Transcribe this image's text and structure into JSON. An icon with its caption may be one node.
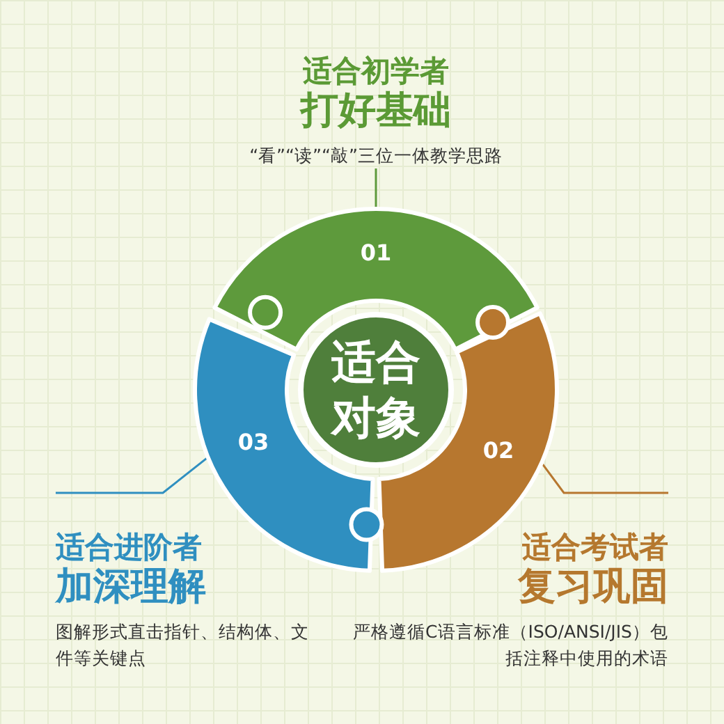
{
  "diagram": {
    "nodes": [
      {
        "text": [
          "适合对象"
        ]
      },
      {
        "text": [
          "01"
        ]
      },
      {
        "text": [
          "02"
        ]
      },
      {
        "text": [
          "03"
        ]
      },
      {
        "text": [
          "适合初学者",
          "打好基础",
          "“看”“读”“敲”三位一体教学思路"
        ]
      },
      {
        "text": [
          "适合考试者",
          "复习巩固",
          "严格遵循C语言标准（ISO/ANSI/JIS）包括注释中使用的术语"
        ]
      },
      {
        "text": [
          "适合进阶者",
          "加深理解",
          "图解形式直击指针、结构体、文件等关键点"
        ]
      }
    ],
    "edges": [
      {
        "from": 4,
        "to": 1,
        "arrow": "none",
        "color": "#5e9a3c"
      },
      {
        "from": 2,
        "to": 5,
        "arrow": "none",
        "color": "#b7772f"
      },
      {
        "from": 3,
        "to": 6,
        "arrow": "none",
        "color": "#2f8fc0"
      }
    ]
  }
}
